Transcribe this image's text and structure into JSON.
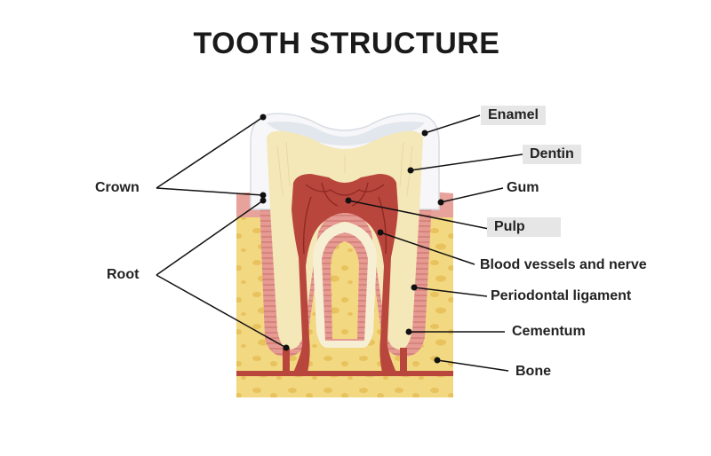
{
  "title": "TOOTH STRUCTURE",
  "labels": {
    "crown": "Crown",
    "root": "Root",
    "enamel": "Enamel",
    "dentin": "Dentin",
    "gum": "Gum",
    "pulp": "Pulp",
    "blood_vessels": "Blood vessels and nerve",
    "periodontal": "Periodontal ligament",
    "cementum": "Cementum",
    "bone": "Bone"
  },
  "colors": {
    "enamel": "#f7f7f9",
    "dentin": "#f4e7b8",
    "pulp": "#b9463d",
    "bone": "#f2d67c",
    "gum": "#e7a39b",
    "label_box": "#e6e6e6"
  }
}
